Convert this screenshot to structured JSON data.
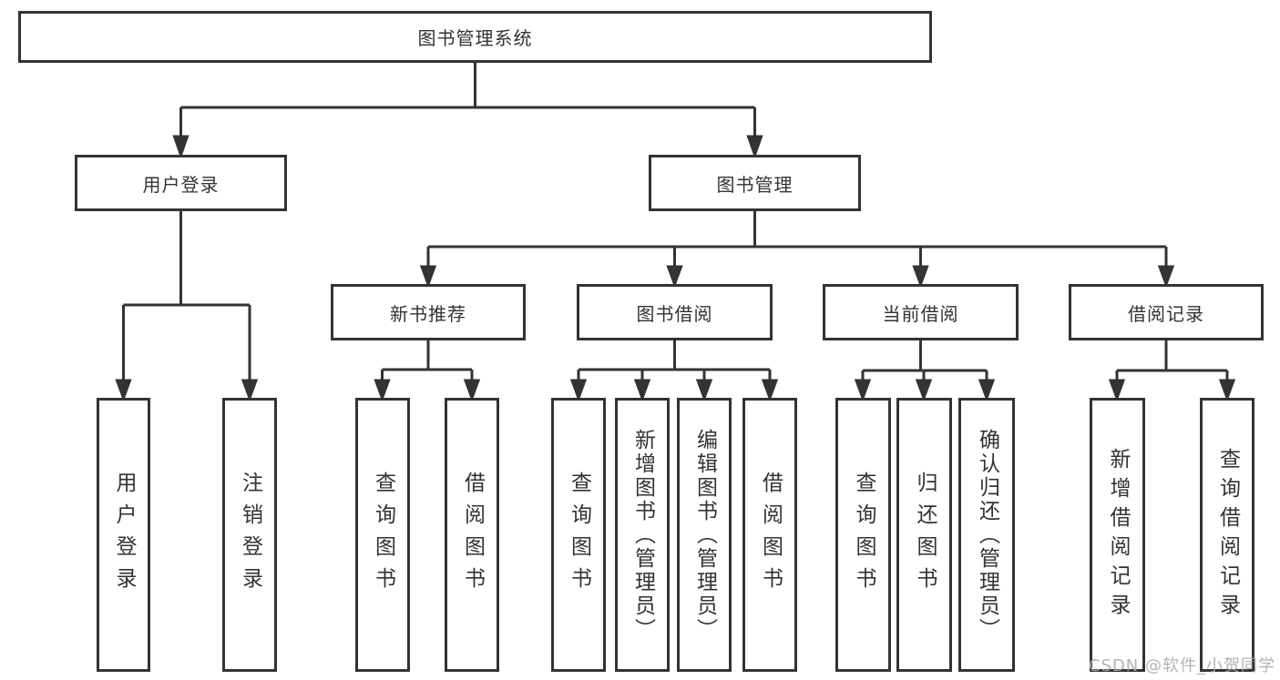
{
  "tree": {
    "root": {
      "label": "图书管理系统"
    },
    "level2": [
      {
        "label": "用户登录",
        "leaves": [
          "用户登录",
          "注销登录"
        ]
      },
      {
        "label": "图书管理",
        "groups": [
          {
            "label": "新书推荐",
            "leaves": [
              "查询图书",
              "借阅图书"
            ]
          },
          {
            "label": "图书借阅",
            "leaves": [
              "查询图书",
              "新增图书（管理员）",
              "编辑图书（管理员）",
              "借阅图书"
            ]
          },
          {
            "label": "当前借阅",
            "leaves": [
              "查询图书",
              "归还图书",
              "确认归还（管理员）"
            ]
          },
          {
            "label": "借阅记录",
            "leaves": [
              "新增借阅记录",
              "查询借阅记录"
            ]
          }
        ]
      }
    ]
  },
  "watermark": {
    "text": "CSDN @软件_小贺同学"
  },
  "colors": {
    "line": "#333333",
    "text": "#333333",
    "box_background": "#ffffff",
    "watermark": "#ababab",
    "page_background": "#ffffff"
  }
}
